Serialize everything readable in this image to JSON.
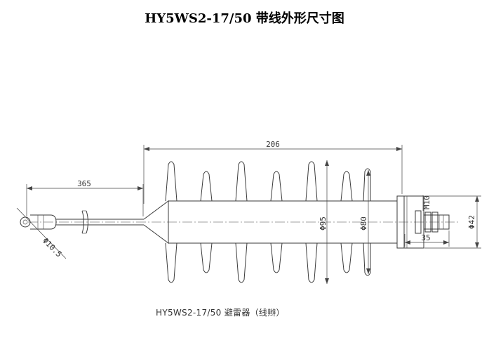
{
  "title": "HY5WS2-17/50 带线外形尺寸图",
  "caption": "HY5WS2-17/50 避雷器（线辫）",
  "dimensions": {
    "overall_length": "206",
    "lead_length": "365",
    "ring_diameter": "Φ10.5",
    "shed_large": "Φ95",
    "shed_small": "Φ80",
    "flange": "Φ42",
    "bolt": "M10",
    "terminal_length": "35"
  }
}
